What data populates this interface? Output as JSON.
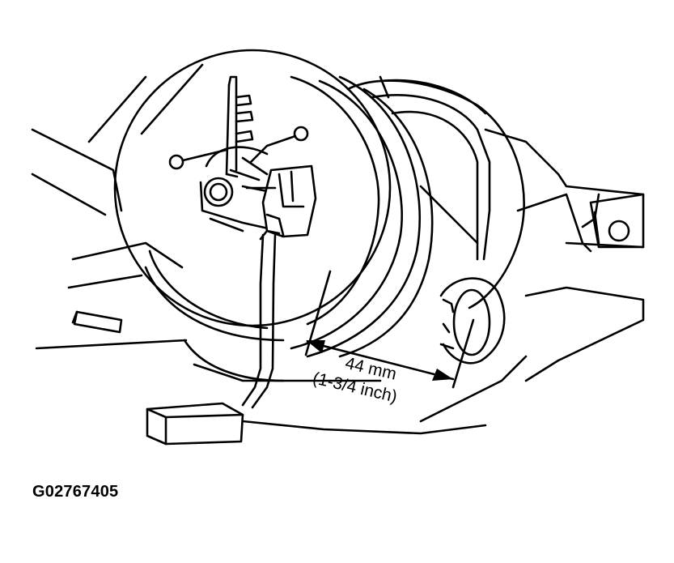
{
  "figure": {
    "id": "G02767405"
  },
  "dimension": {
    "metric": "44 mm",
    "imperial": "(1-3/4 inch)"
  }
}
